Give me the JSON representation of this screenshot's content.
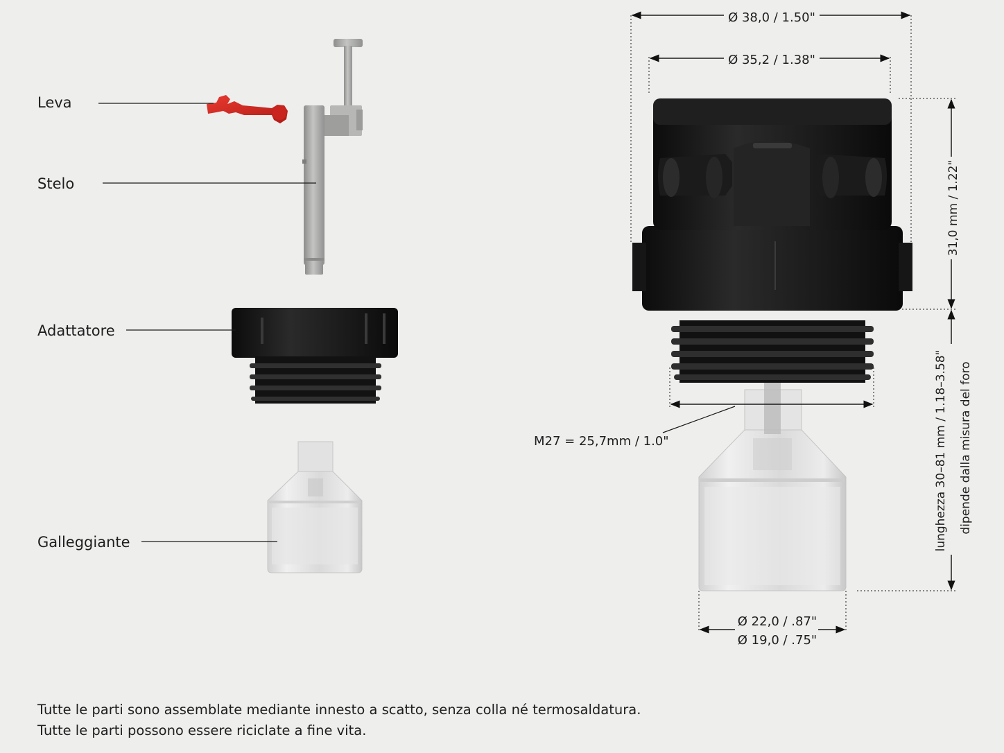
{
  "labels": {
    "leva": "Leva",
    "stelo": "Stelo",
    "adattatore": "Adattatore",
    "galleggiante": "Galleggiante"
  },
  "dimensions": {
    "outer_diameter": "Ø 38,0 / 1.50\"",
    "inner_diameter": "Ø 35,2 / 1.38\"",
    "height": "31,0 mm / 1.22\"",
    "thread": "M27 = 25,7mm / 1.0\"",
    "float_diameter_1": "Ø 22,0 / .87\"",
    "float_diameter_2": "Ø 19,0 / .75\"",
    "length_1": "lunghezza 30–81 mm / 1.18–3.58\"",
    "length_2": "dipende dalla misura del foro"
  },
  "notes": {
    "line1": "Tutte le parti sono assemblate mediante innesto a scatto, senza colla né termosaldatura.",
    "line2": "Tutte le parti possono essere riciclate a fine vita."
  },
  "colors": {
    "background": "#eeeeed",
    "lever": "#d42a22",
    "stem": "#a9aaa8",
    "adapter": "#161616",
    "float": "#dcdcdc"
  }
}
